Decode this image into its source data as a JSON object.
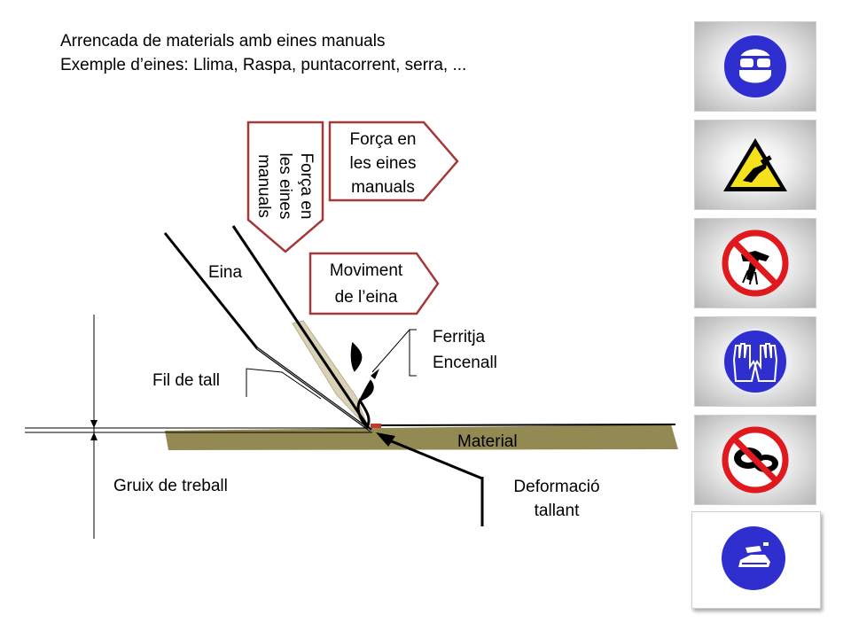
{
  "header": {
    "line1": "Arrencada de materials amb eines manuals",
    "line2": "Exemple d’eines: Llima, Raspa, puntacorrent, serra, ..."
  },
  "diagram": {
    "labels": {
      "eina": "Eina",
      "fil_de_tall": "Fil de tall",
      "ferritja": "Ferritja",
      "encenall": "Encenall",
      "material": "Material",
      "gruix_de_treball": "Gruix de treball",
      "deformacio_line1": "Deformació",
      "deformacio_line2": "tallant"
    },
    "callouts": {
      "forca_vertical": [
        "Força en",
        "les eines",
        "manuals"
      ],
      "forca_horizontal": [
        "Força en",
        "les eines",
        "manuals"
      ],
      "moviment": [
        "Moviment",
        "de l’eina"
      ]
    }
  },
  "colors": {
    "callout_border": "#a33a3a",
    "material_fill": "#938953",
    "sign_blue": "#2f2fd0",
    "sign_red": "#e0191e",
    "sign_yellow": "#f5e21b"
  },
  "signs": [
    {
      "icon": "face-protection-icon",
      "kind": "mandatory"
    },
    {
      "icon": "warning-hand-icon",
      "kind": "warning"
    },
    {
      "icon": "no-loose-clothing-icon",
      "kind": "prohibition"
    },
    {
      "icon": "gloves-mandatory-icon",
      "kind": "mandatory"
    },
    {
      "icon": "no-rings-icon",
      "kind": "prohibition"
    },
    {
      "icon": "protective-footwear-icon",
      "kind": "mandatory"
    }
  ]
}
